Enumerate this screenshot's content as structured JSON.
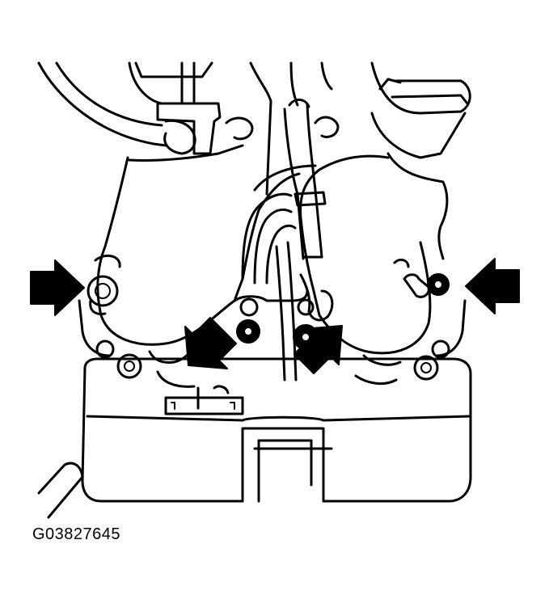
{
  "figure": {
    "caption": "G03827645",
    "callout_arrows": [
      {
        "id": "left-bolt-arrow",
        "direction": "right"
      },
      {
        "id": "right-bolt-arrow",
        "direction": "left"
      },
      {
        "id": "center-left-bolt-arrow",
        "direction": "down-left"
      },
      {
        "id": "center-right-bolt-arrow",
        "direction": "down-right"
      }
    ],
    "colors": {
      "line": "#000000",
      "background": "#ffffff"
    }
  }
}
